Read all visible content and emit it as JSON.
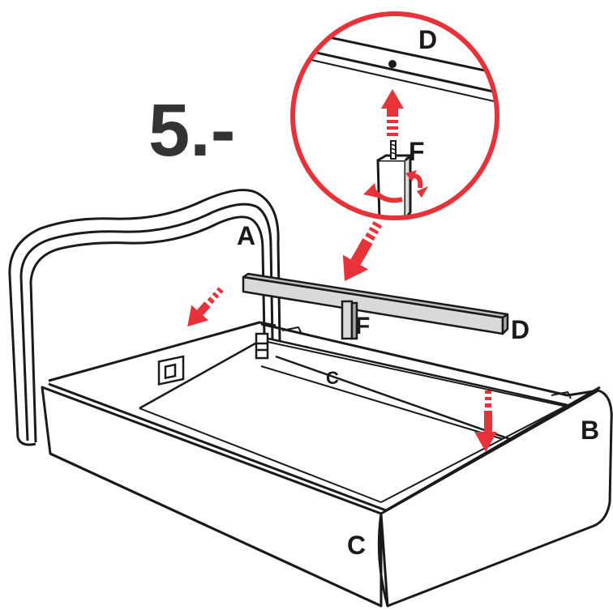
{
  "step": {
    "number": "5.-"
  },
  "labels": {
    "headboard": "A",
    "side_rail": "B",
    "foot_rail": "C",
    "inner_rail": "C",
    "support_beam": "D",
    "detail_beam": "D",
    "support_leg": "F",
    "detail_leg": "F"
  },
  "colors": {
    "line": "#1a1a1a",
    "accent": "#e8323a",
    "beam_fill": "#d9d9d9",
    "bg": "#ffffff"
  },
  "icons": {
    "arrow": "red-dashed-arrow-icon",
    "rotate": "red-rotate-arrows-icon",
    "bracket": "bracket-icon"
  }
}
